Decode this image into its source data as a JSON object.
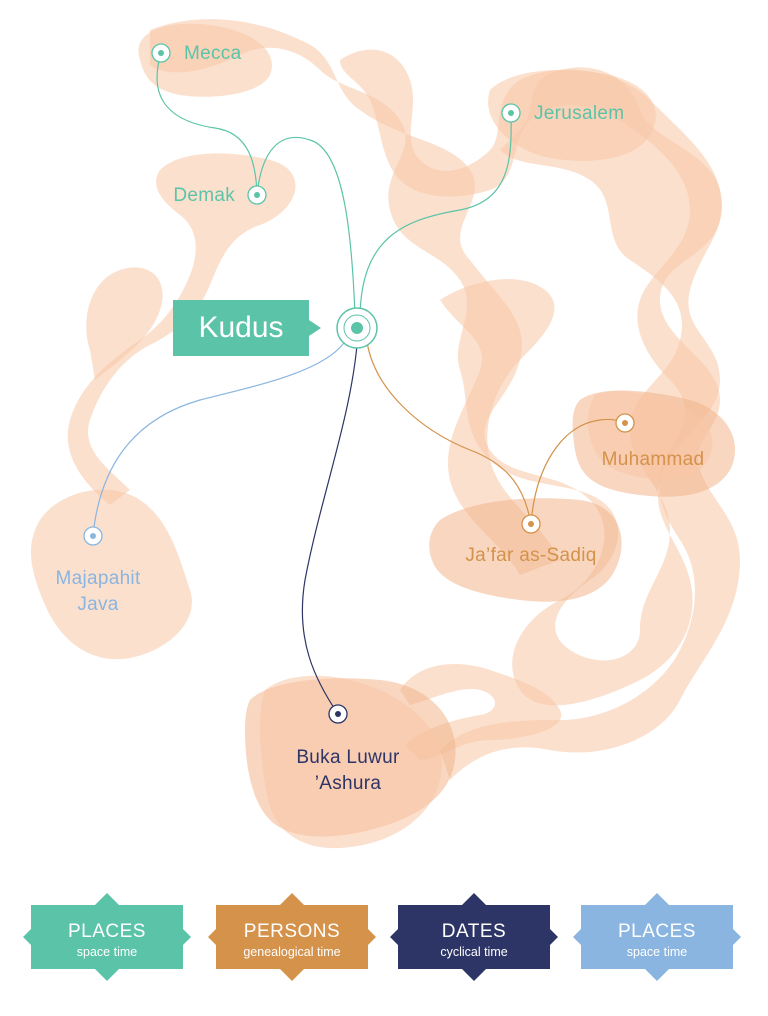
{
  "center": {
    "label": "Kudus"
  },
  "nodes": [
    {
      "id": "mecca",
      "label": "Mecca",
      "lines": [
        "Mecca"
      ]
    },
    {
      "id": "jerusalem",
      "label": "Jerusalem",
      "lines": [
        "Jerusalem"
      ]
    },
    {
      "id": "demak",
      "label": "Demak",
      "lines": [
        "Demak"
      ]
    },
    {
      "id": "majapahit",
      "label": "Majapahit Java",
      "lines": [
        "Majapahit",
        "Java"
      ]
    },
    {
      "id": "muhammad",
      "label": "Muhammad",
      "lines": [
        "Muhammad"
      ]
    },
    {
      "id": "jafar",
      "label": "Ja'far as-Sadiq",
      "lines": [
        "Ja’far as-Sadiq"
      ]
    },
    {
      "id": "bukaluwur",
      "label": "Buka Luwur 'Ashura",
      "lines": [
        "Buka Luwur",
        "’Ashura"
      ]
    }
  ],
  "legend": [
    {
      "title": "PLACES",
      "subtitle": "space time",
      "color": "#5bc4a8"
    },
    {
      "title": "PERSONS",
      "subtitle": "genealogical time",
      "color": "#d4924a"
    },
    {
      "title": "DATES",
      "subtitle": "cyclical time",
      "color": "#2d3466"
    },
    {
      "title": "PLACES",
      "subtitle": "space time",
      "color": "#8ab5e0"
    }
  ],
  "colors": {
    "places_teal": "#5bc4a8",
    "persons_orange": "#d4924a",
    "dates_navy": "#2d3466",
    "places_blue": "#8ab5e0",
    "blob": "#f7c6a5"
  }
}
